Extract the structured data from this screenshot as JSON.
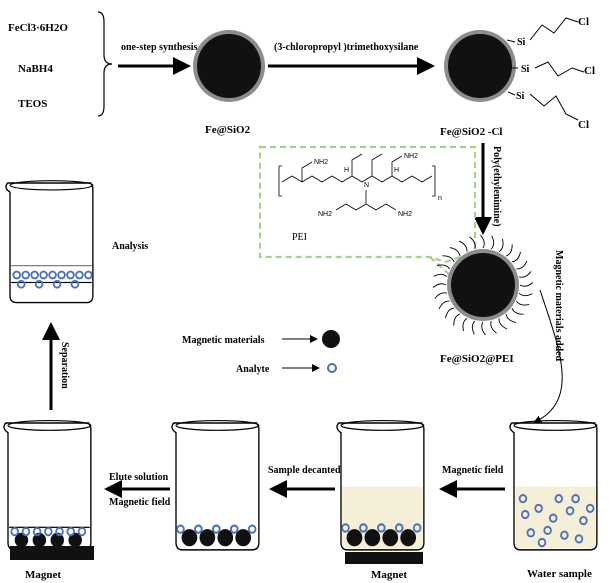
{
  "reagents": {
    "fecl3": "FeCl3·6H2O",
    "nabh4": "NaBH4",
    "teos": "TEOS"
  },
  "steps": {
    "one_step": "one-step synthesis",
    "chloropropyl": "(3-chloropropyl )trimethoxysilane",
    "pei_step": "Poly(ethylenimine)",
    "mm_added": "Magnetic materials added",
    "magnetic_field_1": "Magnetic field",
    "sample_decanted": "Sample decanted",
    "elute_solution": "Elute solution",
    "magnetic_field_2": "Magnetic field",
    "separation": "Separation",
    "analysis": "Analysis"
  },
  "particles": {
    "fe_sio2": "Fe@SiO2",
    "fe_sio2_cl": "Fe@SiO2 -Cl",
    "fe_sio2_pei": "Fe@SiO2@PEI"
  },
  "functional": {
    "si": "Si",
    "cl": "Cl"
  },
  "pei_box": {
    "label": "PEI",
    "n": "n",
    "nh2": "NH2",
    "nh": "N",
    "h": "H",
    "n_atom": "N"
  },
  "legend": {
    "magnetic_materials": "Magnetic materials",
    "analyte": "Analyte"
  },
  "labels": {
    "magnet_1": "Magnet",
    "magnet_2": "Magnet",
    "water_sample": "Water sample"
  },
  "colors": {
    "particle_core": "#111111",
    "particle_shell": "#8c8c8c",
    "analyte": "#4a6fbf",
    "pei_box_border": "#a8d08d",
    "sample_liquid": "#f6efd8",
    "magnet": "#111111"
  }
}
